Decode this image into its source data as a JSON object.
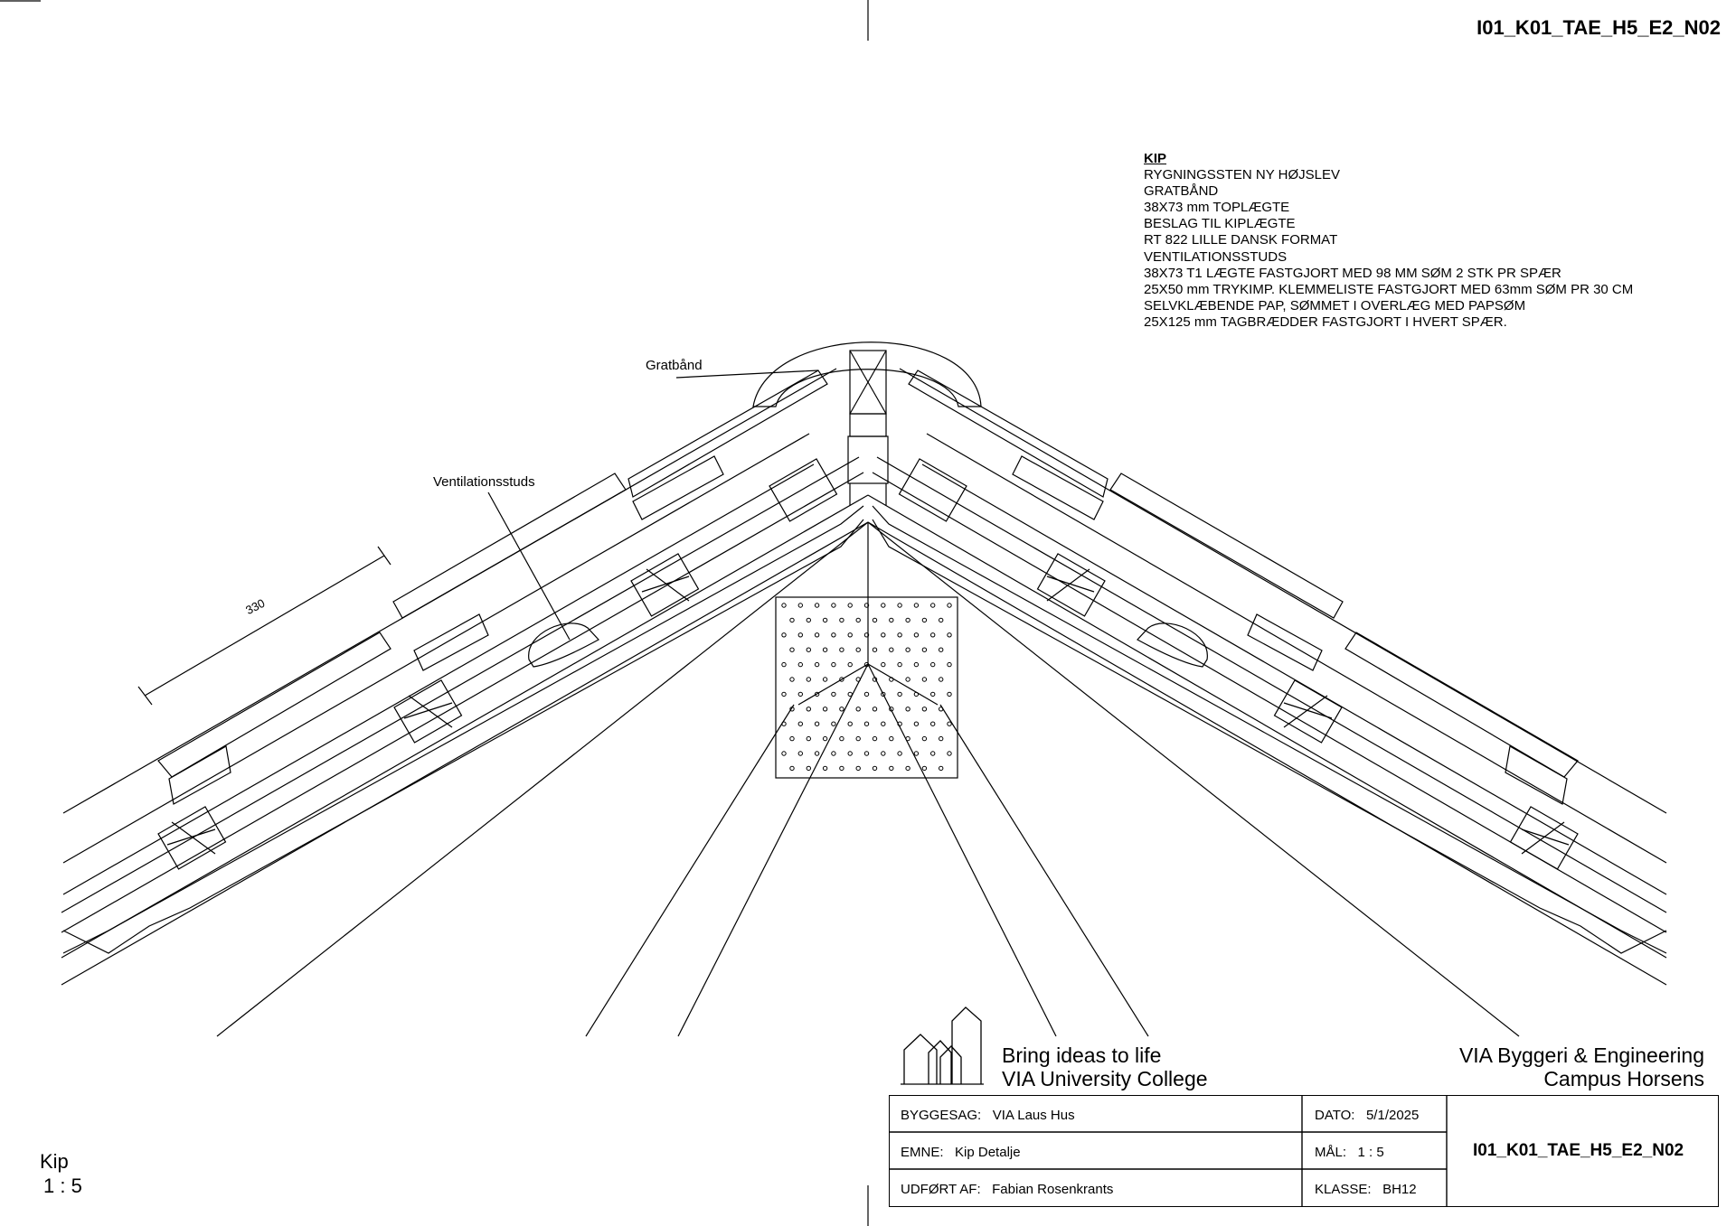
{
  "sheet_id": "I01_K01_TAE_H5_E2_N02",
  "notes": {
    "heading": "KIP",
    "lines": [
      "RYGNINGSSTEN NY HØJSLEV",
      "GRATBÅND",
      "38X73 mm TOPLÆGTE",
      "BESLAG TIL KIPLÆGTE",
      "RT 822 LILLE DANSK FORMAT",
      "VENTILATIONSSTUDS",
      "38X73  T1 LÆGTE  FASTGJORT MED 98 MM SØM 2 STK PR SPÆR",
      "25X50 mm TRYKIMP. KLEMMELISTE FASTGJORT MED 63mm SØM PR 30 CM",
      "SELVKLÆBENDE PAP, SØMMET I OVERLÆG MED PAPSØM",
      "25X125 mm TAGBRÆDDER FASTGJORT I HVERT SPÆR."
    ]
  },
  "labels": {
    "gratbaand": "Gratbånd",
    "ventilation": "Ventilationsstuds",
    "dimension": "330"
  },
  "branding": {
    "slogan": "Bring ideas to life",
    "college": "VIA University College",
    "department": "VIA Byggeri & Engineering",
    "campus": "Campus Horsens"
  },
  "title_block": {
    "byggesag_label": "BYGGESAG:",
    "byggesag_value": "VIA Laus Hus",
    "emne_label": "EMNE:",
    "emne_value": "Kip Detalje",
    "udfoert_label": "UDFØRT AF:",
    "udfoert_value": "Fabian Rosenkrants",
    "dato_label": "DATO:",
    "dato_value": "5/1/2025",
    "maal_label": "MÅL:",
    "maal_value": "1 : 5",
    "klasse_label": "KLASSE:",
    "klasse_value": "BH12",
    "drawing_number": "I01_K01_TAE_H5_E2_N02"
  },
  "view": {
    "title": "Kip",
    "scale": "1 : 5"
  }
}
